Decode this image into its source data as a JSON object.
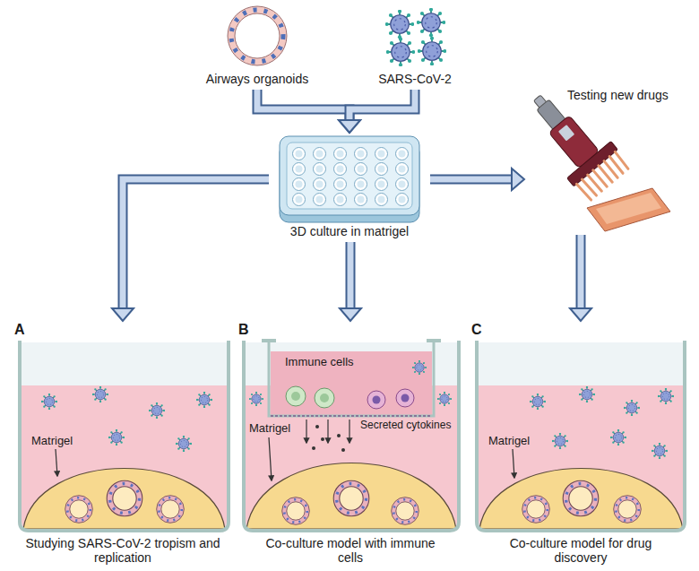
{
  "diagram": {
    "nodes": [
      {
        "text": [
          "Airways organoids"
        ]
      },
      {
        "text": [
          "SARS-CoV-2"
        ]
      },
      {
        "text": [
          "3D culture in matrigel"
        ]
      },
      {
        "text": [
          "Testing new drugs"
        ]
      },
      {
        "text": [
          "A",
          "Matrigel",
          "Studying SARS-CoV-2 tropism and replication"
        ]
      },
      {
        "text": [
          "B",
          "Immune cells",
          "Matrigel",
          "Secreted cytokines",
          "Co-culture model with immune cells"
        ]
      },
      {
        "text": [
          "C",
          "Matrigel",
          "Co-culture model for drug discovery"
        ]
      }
    ],
    "edges": [
      {
        "from": 0,
        "to": 2,
        "arrow": "to"
      },
      {
        "from": 1,
        "to": 2,
        "arrow": "to"
      },
      {
        "from": 2,
        "to": 4,
        "arrow": "to"
      },
      {
        "from": 2,
        "to": 5,
        "arrow": "to"
      },
      {
        "from": 2,
        "to": 3,
        "arrow": "to"
      },
      {
        "from": 3,
        "to": 6,
        "arrow": "to"
      }
    ]
  }
}
